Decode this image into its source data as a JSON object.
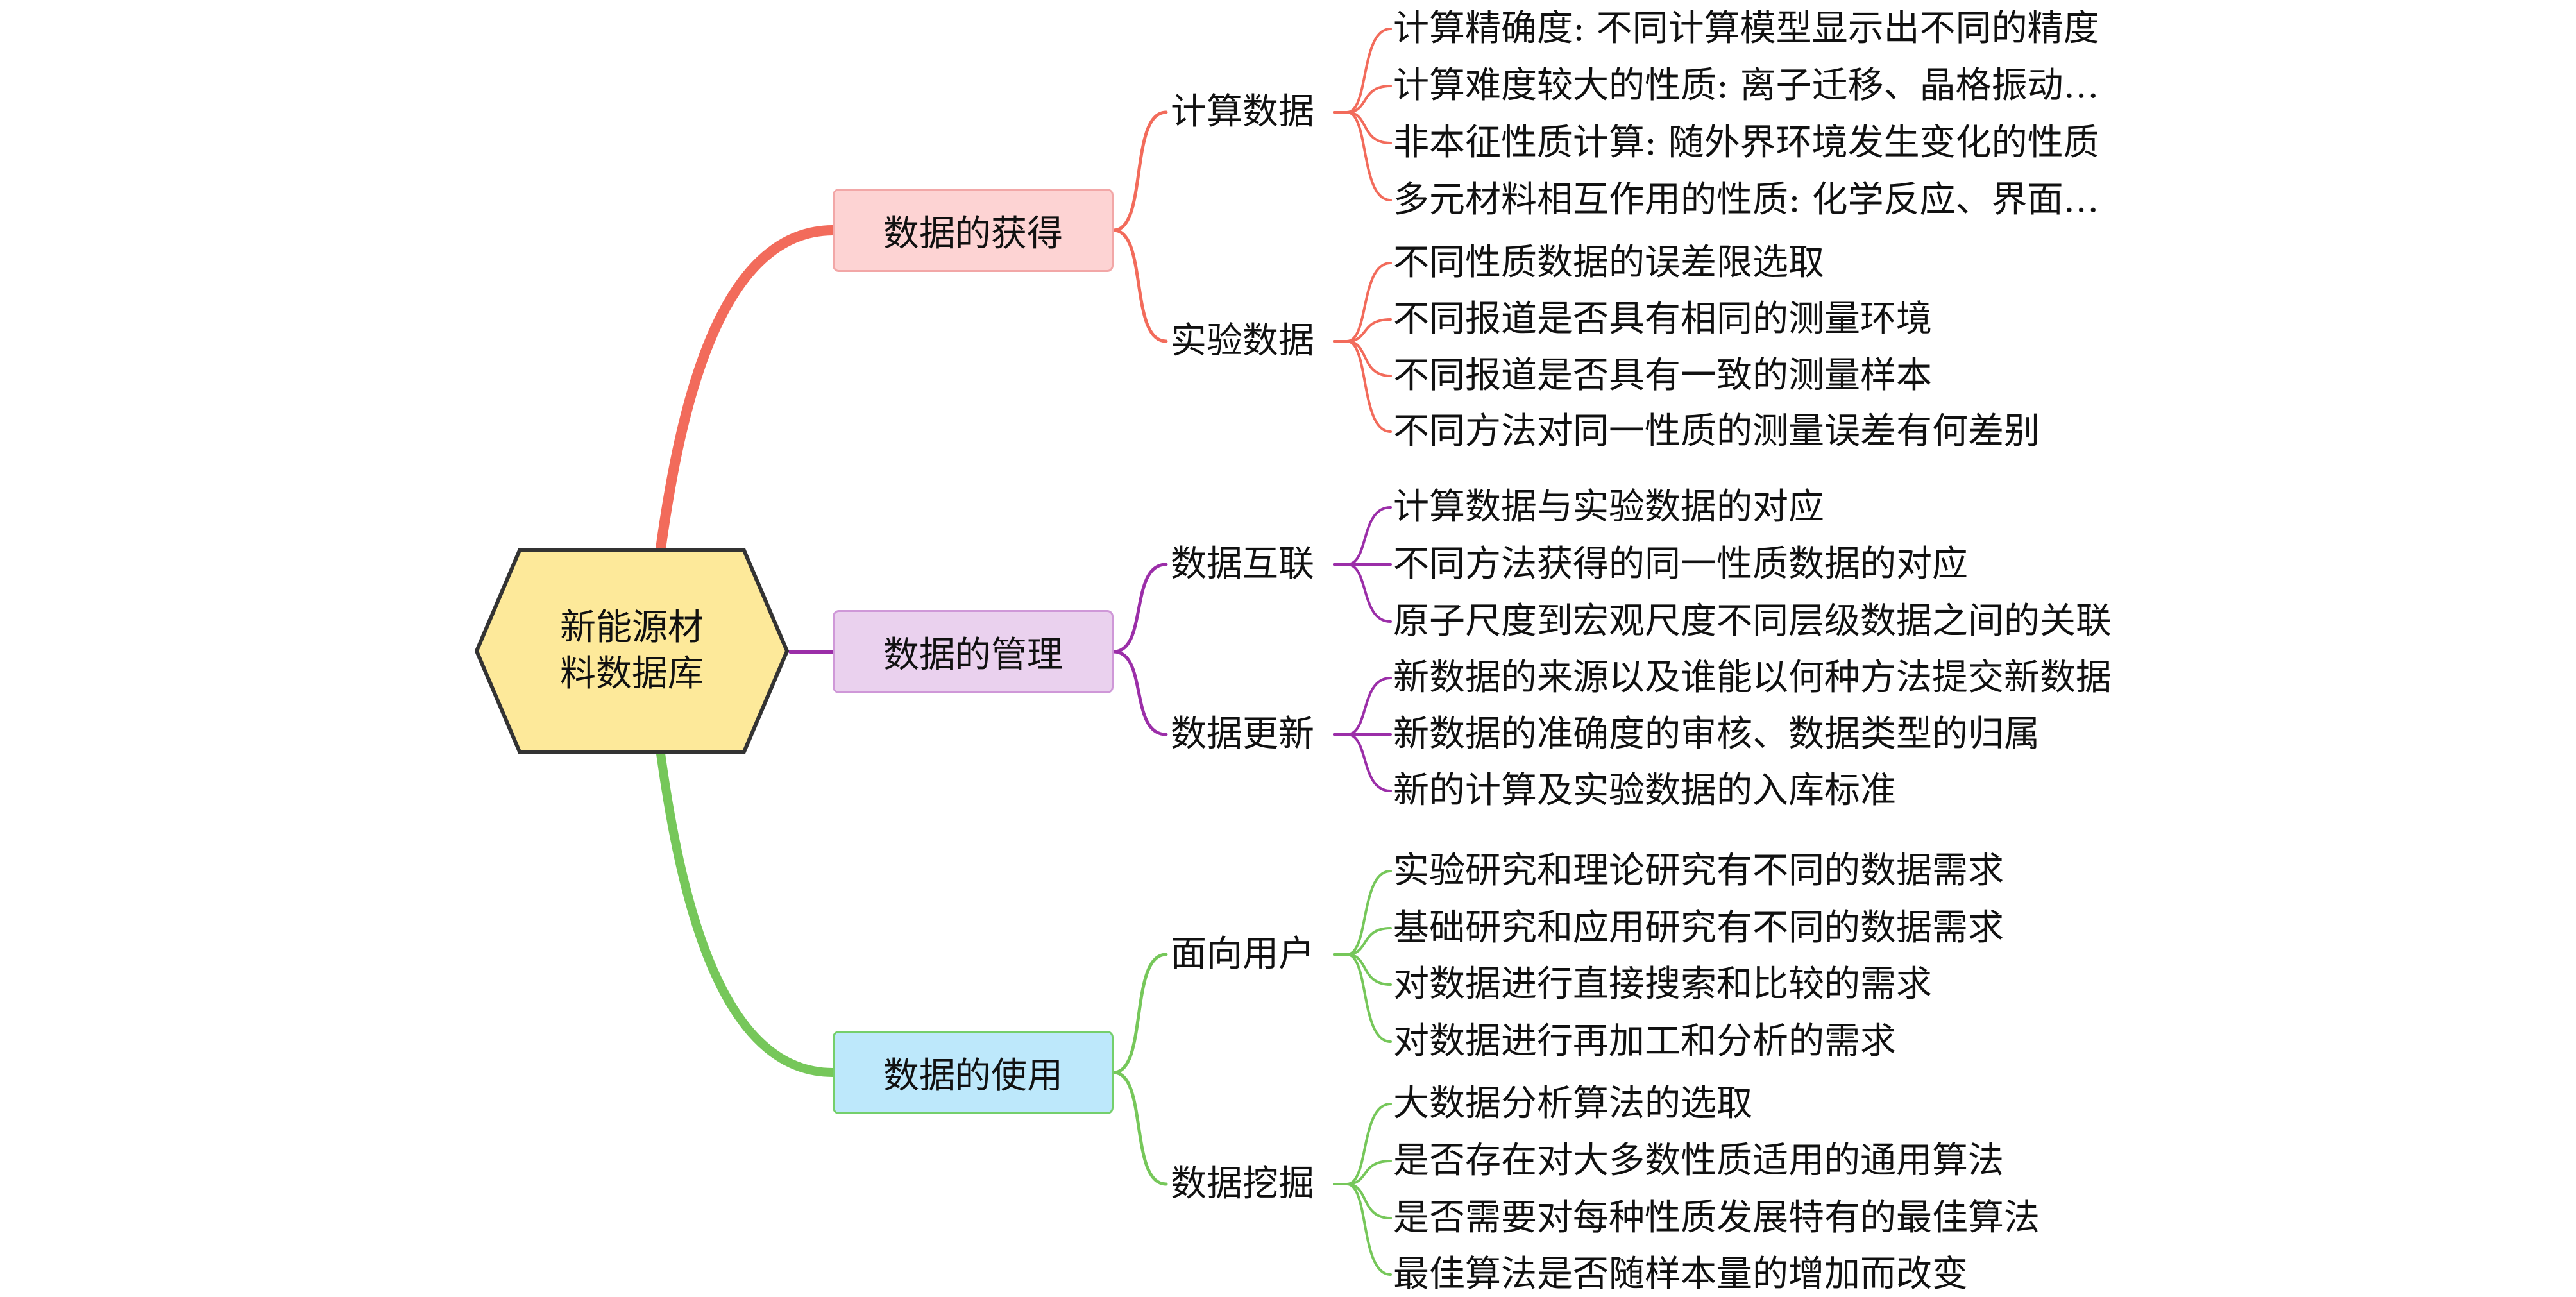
{
  "diagram": {
    "root": "新能源材料数据库",
    "root_lines": [
      "新能源材",
      "料数据库"
    ],
    "colors": {
      "red": "#f26b5b",
      "purple": "#9b2ea8",
      "green": "#76c75a",
      "center_fill": "#fde99a",
      "center_stroke": "#333333"
    },
    "branches": [
      {
        "label": "数据的获得",
        "subs": [
          {
            "label": "计算数据",
            "leaves": [
              "计算精确度: 不同计算模型显示出不同的精度",
              "计算难度较大的性质: 离子迁移、晶格振动…",
              "非本征性质计算: 随外界环境发生变化的性质",
              "多元材料相互作用的性质: 化学反应、界面…"
            ]
          },
          {
            "label": "实验数据",
            "leaves": [
              "不同性质数据的误差限选取",
              "不同报道是否具有相同的测量环境",
              "不同报道是否具有一致的测量样本",
              "不同方法对同一性质的测量误差有何差别"
            ]
          }
        ]
      },
      {
        "label": "数据的管理",
        "subs": [
          {
            "label": "数据互联",
            "leaves": [
              "计算数据与实验数据的对应",
              "不同方法获得的同一性质数据的对应",
              "原子尺度到宏观尺度不同层级数据之间的关联"
            ]
          },
          {
            "label": "数据更新",
            "leaves": [
              "新数据的来源以及谁能以何种方法提交新数据",
              "新数据的准确度的审核、数据类型的归属",
              "新的计算及实验数据的入库标准"
            ]
          }
        ]
      },
      {
        "label": "数据的使用",
        "subs": [
          {
            "label": "面向用户",
            "leaves": [
              "实验研究和理论研究有不同的数据需求",
              "基础研究和应用研究有不同的数据需求",
              "对数据进行直接搜索和比较的需求",
              "对数据进行再加工和分析的需求"
            ]
          },
          {
            "label": "数据挖掘",
            "leaves": [
              "大数据分析算法的选取",
              "是否存在对大多数性质适用的通用算法",
              "是否需要对每种性质发展特有的最佳算法",
              "最佳算法是否随样本量的增加而改变"
            ]
          }
        ]
      }
    ]
  }
}
